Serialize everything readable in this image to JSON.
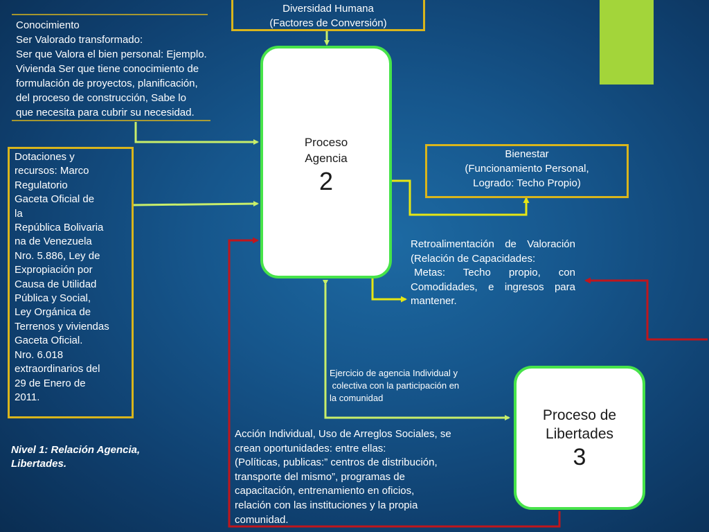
{
  "diagram": {
    "conocimiento": {
      "lines": [
        "Conocimiento",
        "Ser Valorado transformado:",
        "Ser  que Valora el bien personal: Ejemplo.",
        "Vivienda Ser que tiene conocimiento de",
        "formulación de proyectos, planificación,",
        "del proceso de construcción, Sabe lo",
        "que necesita para cubrir su necesidad."
      ]
    },
    "diversidad": {
      "line1": "Diversidad Humana",
      "line2": "(Factores de Conversión)"
    },
    "dotaciones": {
      "lines": [
        "Dotaciones y",
        "recursos: Marco",
        "Regulatorio",
        "Gaceta Oficial de",
        "la",
        "República  Bolivaria",
        "na de Venezuela",
        "Nro. 5.886, Ley de",
        "Expropiación por",
        "Causa de Utilidad",
        "Pública y Social,",
        "Ley Orgánica de",
        "Terrenos y viviendas",
        "Gaceta Oficial.",
        "Nro. 6.018",
        "extraordinarios del",
        "29 de Enero de",
        "2011."
      ]
    },
    "proceso_agencia": {
      "line1": "Proceso",
      "line2": "Agencia",
      "number": "2"
    },
    "bienestar": {
      "line1": "Bienestar",
      "line2": "(Funcionamiento Personal,",
      "line3": "Logrado: Techo Propio)"
    },
    "retroalimentacion": {
      "line1": "Retroalimentación de Valoración",
      "line2": "(Relación de Capacidades:",
      "line3": "Metas: Techo propio, con Comodidades, e ingresos para mantener."
    },
    "ejercicio": {
      "lines": [
        "Ejercicio de agencia Individual y",
        " colectiva con la participación en",
        "la comunidad"
      ]
    },
    "proceso_libertades": {
      "line1": "Proceso de",
      "line2": "Libertades",
      "number": "3"
    },
    "accion": {
      "lines": [
        "Acción Individual, Uso de Arreglos Sociales, se",
        "crean oportunidades: entre ellas:",
        "(Políticas, publicas:”  centros de distribución,",
        "transporte del mismo”,  programas de",
        "capacitación, entrenamiento en oficios,",
        "relación con las instituciones y la propia",
        "comunidad."
      ]
    },
    "nivel": {
      "line1": "Nivel 1: Relación Agencia,",
      "line2": "Libertades."
    }
  },
  "colors": {
    "yellow": "#d9b51c",
    "green_arrow": "#c8ee6a",
    "green_border": "#47e34a",
    "red_arrow": "#c0161c",
    "accent_bar": "#a3d53a"
  }
}
